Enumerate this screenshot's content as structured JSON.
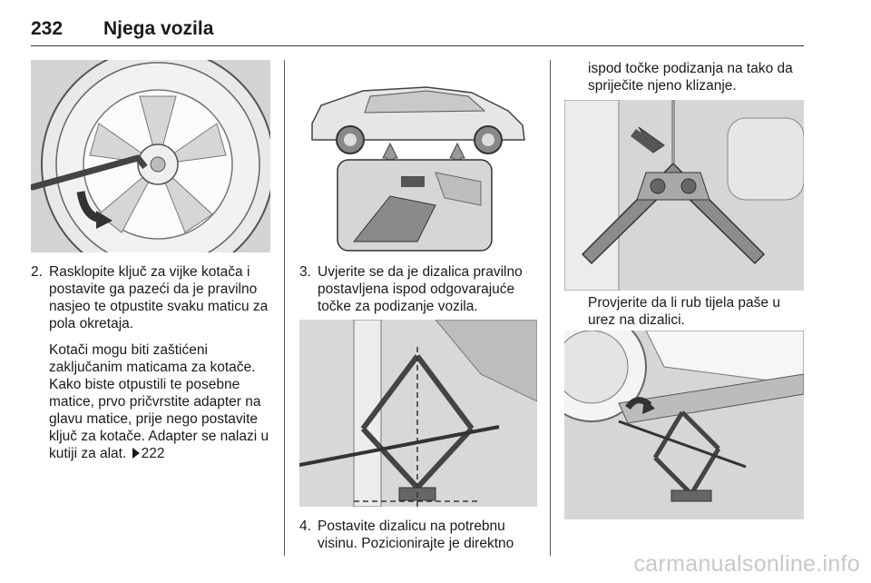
{
  "header": {
    "page_number": "232",
    "title": "Njega vozila"
  },
  "col1": {
    "figure_icon": "wheel-wrench-illustration",
    "step2": {
      "number": "2.",
      "text": "Rasklopite ključ za vijke kotača i postavite ga pazeći da je pravilno nasjeo te otpustite svaku maticu za pola okretaja."
    },
    "note": {
      "text": "Kotači mogu biti zaštićeni zaključanim maticama za kotače. Kako biste otpustili te posebne matice, prvo pričvrstite adapter na glavu matice, prije nego postavite ključ za kotače. Adapter se nalazi u kutiji za alat.",
      "xref_icon": "triangle-arrow-icon",
      "xref_page": "222"
    }
  },
  "col2": {
    "figure1_icon": "car-lifting-points-illustration",
    "step3": {
      "number": "3.",
      "text": "Uvjerite se da je dizalica pravilno postavljena ispod odgovarajuće točke za podizanje vozila."
    },
    "figure2_icon": "scissor-jack-illustration",
    "step4": {
      "number": "4.",
      "text": "Postavite dizalicu na potrebnu visinu. Pozicionirajte je direktno"
    }
  },
  "col3": {
    "continued_text": "ispod točke podizanja na tako da spriječite njeno klizanje.",
    "figure1_icon": "jack-head-closeup-illustration",
    "text2": "Provjerite da li rub tijela paše u urez na dizalici.",
    "figure2_icon": "jack-under-vehicle-illustration"
  },
  "watermark": "carmanualsonline.info"
}
